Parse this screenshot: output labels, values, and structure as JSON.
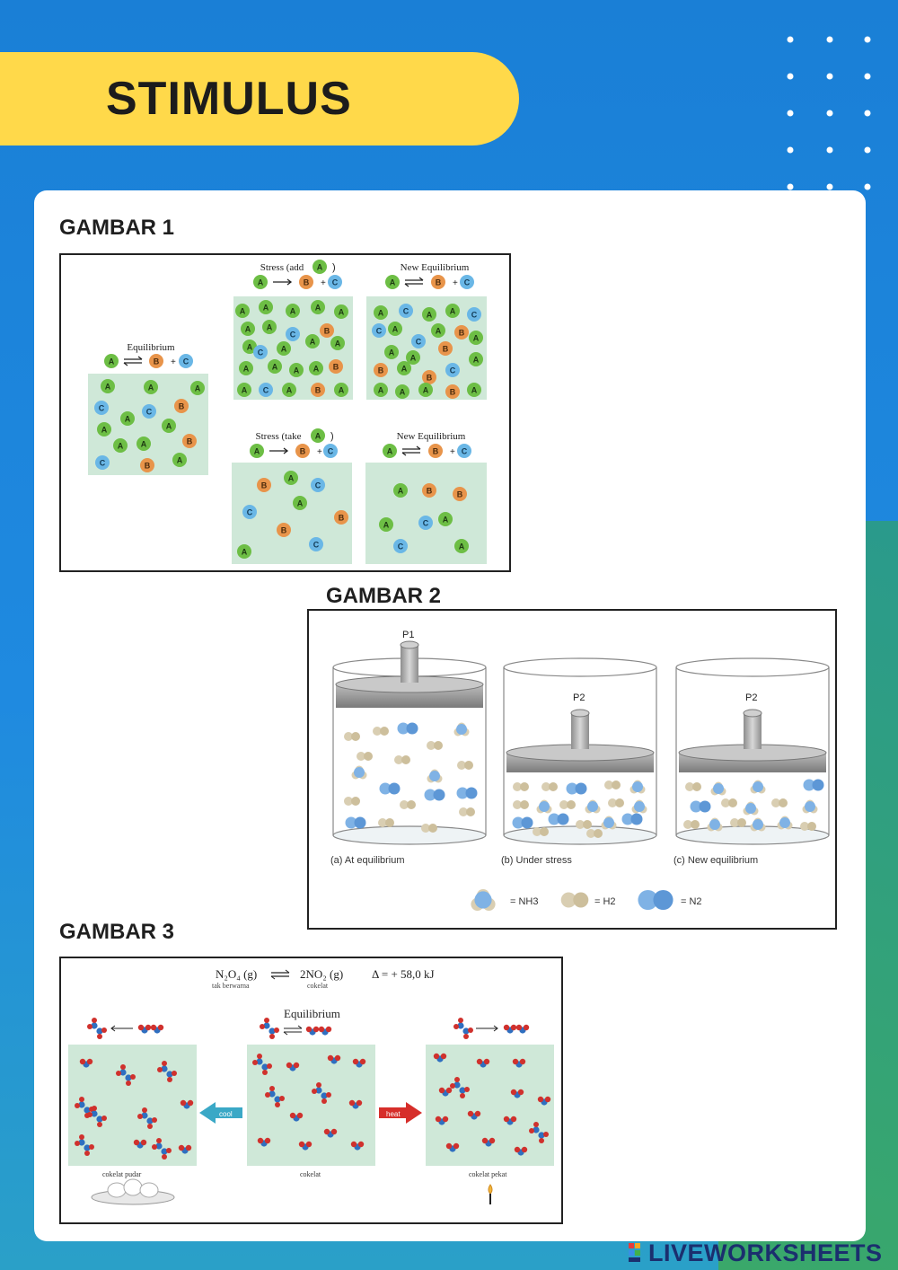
{
  "header": {
    "title": "STIMULUS"
  },
  "figure1": {
    "heading": "GAMBAR 1",
    "eq_title": "Equilibrium",
    "stress_add_title": "Stress (add",
    "stress_take_title": "Stress (take",
    "new_eq_title": "New Equilibrium",
    "plus": "+",
    "species": {
      "a": "A",
      "b": "B",
      "c": "C"
    }
  },
  "figure2": {
    "heading": "GAMBAR 2",
    "p1": "P1",
    "p2": "P2",
    "caption_a": "(a) At equilibrium",
    "caption_b": "(b) Under stress",
    "caption_c": "(c) New equilibrium",
    "legend_nh3": "= NH3",
    "legend_h2": "= H2",
    "legend_n2": "= N2"
  },
  "figure3": {
    "heading": "GAMBAR 3",
    "reaction_left": "N₂O₄ (g)",
    "reaction_right": "2NO₂ (g)",
    "delta": "Δ = + 58,0 kJ",
    "sub_left": "tak berwarna",
    "sub_right": "cokelat",
    "eq_title": "Equilibrium",
    "cool": "cool",
    "heat": "heat",
    "caption_left": "cokelat pudar",
    "caption_mid": "cokelat",
    "caption_right": "cokelat pekat"
  },
  "watermark": {
    "text": "LIVEWORKSHEETS"
  },
  "colors": {
    "banner": "#ffd94a",
    "background": "#1f8ae0",
    "panel": "#cfe8d8",
    "species_a": "#6dbe45",
    "species_b": "#e8944a",
    "species_c": "#6ab7e6"
  }
}
